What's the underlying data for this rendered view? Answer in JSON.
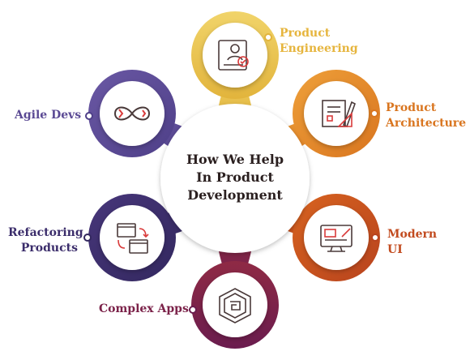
{
  "center": {
    "line1": "How We Help",
    "line2": "In  Product",
    "line3": "Development"
  },
  "colors": {
    "product_engineering": "#ecc752",
    "product_architecture": "#e3892c",
    "modern_ui": "#c7521f",
    "complex_apps": "#7b2249",
    "refactoring_products": "#3b2d6b",
    "agile_devs": "#5b4a94",
    "icon_stroke": "#4a3a3a",
    "accent_red": "#d93b3b"
  },
  "nodes": [
    {
      "id": "product_engineering",
      "icon": "engineer-document-icon",
      "label_lines": [
        "Product",
        "Engineering"
      ]
    },
    {
      "id": "product_architecture",
      "icon": "blueprint-ruler-icon",
      "label_lines": [
        "Product",
        "Architecture"
      ]
    },
    {
      "id": "modern_ui",
      "icon": "monitor-design-icon",
      "label_lines": [
        "Modern",
        "UI"
      ]
    },
    {
      "id": "complex_apps",
      "icon": "maze-cube-icon",
      "label_lines": [
        "Complex Apps"
      ]
    },
    {
      "id": "refactoring_products",
      "icon": "refactor-windows-icon",
      "label_lines": [
        "Refactoring",
        "Products"
      ]
    },
    {
      "id": "agile_devs",
      "icon": "infinity-loop-icon",
      "label_lines": [
        "Agile Devs"
      ]
    }
  ]
}
